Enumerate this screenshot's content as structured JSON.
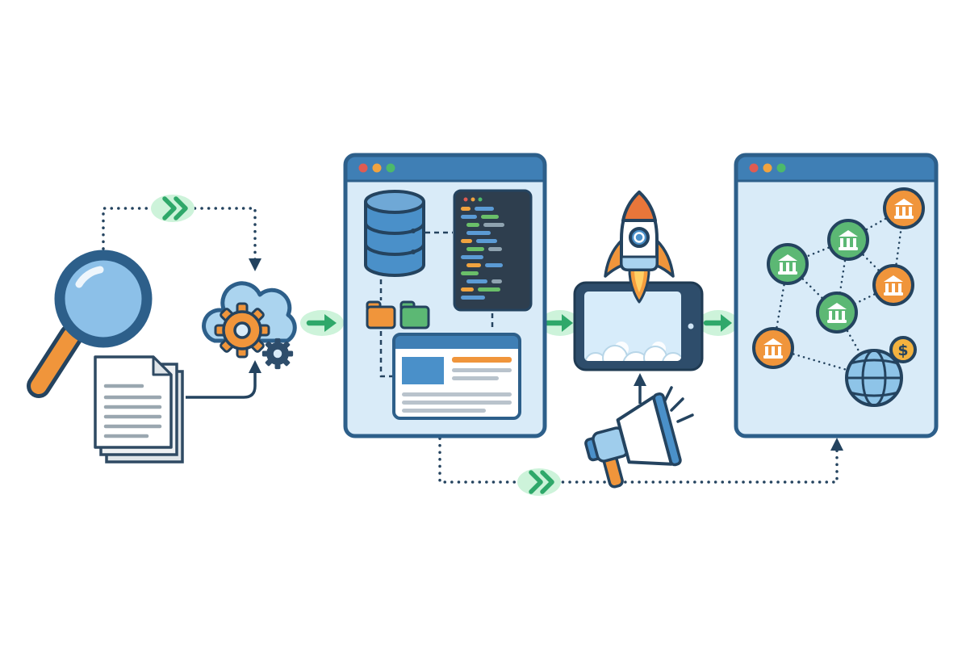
{
  "palette": {
    "navy_outline": "#24435f",
    "blue_dark": "#2d5f8a",
    "blue_mid": "#3f7fb5",
    "blue": "#4a90c9",
    "blue_light": "#a9d3ef",
    "panel_fill": "#d9ebf8",
    "white": "#ffffff",
    "orange": "#f0953b",
    "orange_deep": "#e8763a",
    "green": "#5cb874",
    "green_flow": "#2fa86a",
    "green_glow": "#cdf3da",
    "code_panel": "#2e3e4e",
    "gray_line": "#b9c3cc"
  },
  "browser_dots": [
    "#e05b52",
    "#f0a33f",
    "#4cb96b"
  ],
  "stages": [
    {
      "name": "research",
      "icons": [
        "magnifier-icon",
        "documents-icon"
      ]
    },
    {
      "name": "cloud-processing",
      "icons": [
        "cloud-icon",
        "gear-icon",
        "small-gear-icon"
      ]
    },
    {
      "name": "development-browser",
      "icons": [
        "browser-window",
        "database-icon",
        "code-editor-panel",
        "orange-folder-icon",
        "green-folder-icon",
        "webpage-mockup"
      ]
    },
    {
      "name": "launch",
      "icons": [
        "tablet-icon",
        "rocket-icon",
        "megaphone-icon"
      ]
    },
    {
      "name": "finance-network-browser",
      "icons": [
        "browser-window",
        "bank-node-icon",
        "globe-icon",
        "dollar-coin-icon"
      ]
    }
  ],
  "connectors": [
    {
      "type": "dotted-elbow-arrow",
      "from": "magnifier",
      "to": "cloud",
      "badge": "double-chevron-green"
    },
    {
      "type": "solid-elbow-arrow",
      "from": "documents",
      "to": "cloud"
    },
    {
      "type": "green-arrow",
      "from": "cloud",
      "to": "development-browser"
    },
    {
      "type": "green-arrow",
      "from": "development-browser",
      "to": "tablet"
    },
    {
      "type": "solid-arrow",
      "from": "megaphone",
      "to": "tablet"
    },
    {
      "type": "green-arrow",
      "from": "tablet",
      "to": "finance-network-browser"
    },
    {
      "type": "dotted-elbow-arrow",
      "from": "development-browser",
      "to": "finance-network-browser",
      "badge": "double-chevron-green"
    }
  ],
  "network": {
    "coin_symbol": "$",
    "node_colors": {
      "orange": "#f0953b",
      "green": "#5cb874"
    }
  }
}
